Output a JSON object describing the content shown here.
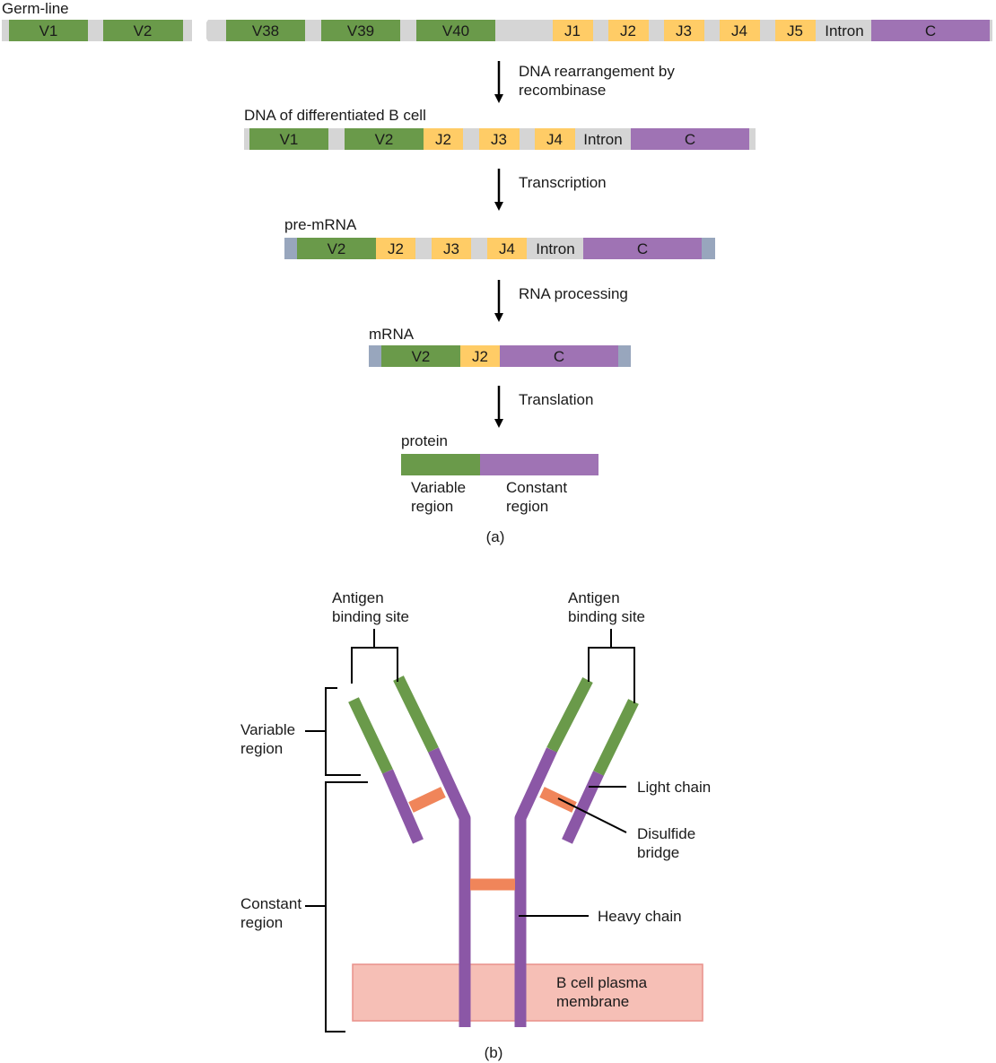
{
  "colors": {
    "variable": "#6a9a4a",
    "join": "#ffcc66",
    "constant": "#9f73b4",
    "gap": "#d5d5d5",
    "utr": "#98a6bd",
    "heavy": "#8b57a6",
    "disulfide": "#f0855a",
    "membrane": "#f6bfb6",
    "membrane_border": "#e9908a",
    "line": "#000000"
  },
  "part_a": {
    "germline": {
      "label": "Germ-line",
      "segments": [
        "V1",
        "V2",
        "V38",
        "V39",
        "V40",
        "J1",
        "J2",
        "J3",
        "J4",
        "J5",
        "Intron",
        "C"
      ]
    },
    "step1": {
      "label_line1": "DNA rearrangement by",
      "label_line2": "recombinase"
    },
    "b_cell_dna": {
      "label": "DNA of differentiated B cell",
      "segments": [
        "V1",
        "V2",
        "J2",
        "J3",
        "J4",
        "Intron",
        "C"
      ]
    },
    "step2": {
      "label": "Transcription"
    },
    "pre_mrna": {
      "label": "pre-mRNA",
      "segments": [
        "V2",
        "J2",
        "J3",
        "J4",
        "Intron",
        "C"
      ]
    },
    "step3": {
      "label": "RNA processing"
    },
    "mrna": {
      "label": "mRNA",
      "segments": [
        "V2",
        "J2",
        "C"
      ]
    },
    "step4": {
      "label": "Translation"
    },
    "protein": {
      "label": "protein",
      "variable_line1": "Variable",
      "variable_line2": "region",
      "constant_line1": "Constant",
      "constant_line2": "region"
    },
    "caption": "(a)"
  },
  "part_b": {
    "antigen_left_line1": "Antigen",
    "antigen_left_line2": "binding site",
    "antigen_right_line1": "Antigen",
    "antigen_right_line2": "binding site",
    "variable_line1": "Variable",
    "variable_line2": "region",
    "constant_line1": "Constant",
    "constant_line2": "region",
    "light_chain": "Light chain",
    "disulfide_line1": "Disulfide",
    "disulfide_line2": "bridge",
    "heavy_chain": "Heavy chain",
    "membrane_line1": "B cell plasma",
    "membrane_line2": "membrane",
    "caption": "(b)"
  }
}
